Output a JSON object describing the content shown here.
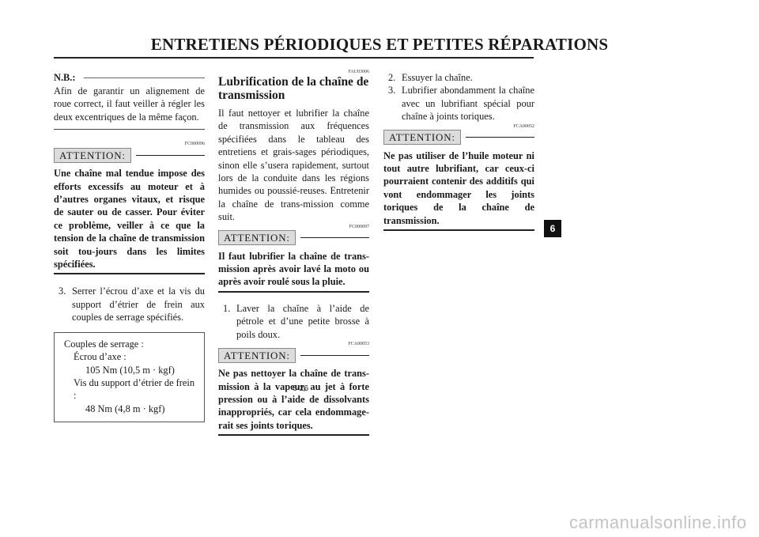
{
  "page": {
    "title": "ENTRETIENS PÉRIODIQUES ET PETITES RÉPARATIONS",
    "page_number": "6-26",
    "chapter_tab": "6",
    "watermark": "carmanualsonline.info"
  },
  "col1": {
    "nb_label": "N.B.:",
    "nb_text": "Afin de garantir un alignement de roue correct, il faut veiller à régler les deux excentriques de la même façon.",
    "code1": "FC000096",
    "attention_label": "ATTENTION:",
    "attention_text": "Une chaîne mal tendue impose des efforts excessifs au moteur et à d’autres organes vitaux, et risque de sauter ou de casser. Pour éviter ce problème, veiller à ce que la tension de la chaîne de transmission soit tou-jours dans les limites spécifiées.",
    "step3_num": "3.",
    "step3_text": "Serrer l’écrou d’axe et la vis du support d’étrier de frein aux couples de serrage spécifiés.",
    "torque": {
      "heading": "Couples de serrage :",
      "nut_label": "Écrou d’axe :",
      "nut_value": "105 Nm (10,5 m · kgf)",
      "screw_label": "Vis du support d’étrier de frein :",
      "screw_value": "48 Nm (4,8 m · kgf)"
    }
  },
  "col2": {
    "code_top": "FAU03006",
    "heading": "Lubrification de la chaîne de transmission",
    "intro": "Il faut nettoyer et lubrifier la chaîne de transmission aux fréquences spécifiées dans le tableau des entretiens et grais-sages périodiques, sinon elle s’usera rapidement, surtout lors de la conduite dans les régions humides ou poussié-reuses. Entretenir la chaîne de trans-mission comme suit.",
    "code2": "FC000097",
    "attention1_label": "ATTENTION:",
    "attention1_text": "Il faut lubrifier la chaîne de trans-mission après avoir lavé la moto ou après avoir roulé sous la pluie.",
    "step1_num": "1.",
    "step1_text": "Laver la chaîne à l’aide de pétrole et d’une petite brosse à poils doux.",
    "code3": "FCA00053",
    "attention2_label": "ATTENTION:",
    "attention2_text": "Ne pas nettoyer la chaîne de trans-mission à la vapeur, au jet à forte pression ou à l’aide de dissolvants inappropriés, car cela endommage-rait ses joints toriques."
  },
  "col3": {
    "step2_num": "2.",
    "step2_text": "Essuyer la chaîne.",
    "step3_num": "3.",
    "step3_text": "Lubrifier abondamment la chaîne avec un lubrifiant spécial pour chaîne à joints toriques.",
    "code4": "FCA00052",
    "attention_label": "ATTENTION:",
    "attention_text": "Ne pas utiliser de l’huile moteur ni tout autre lubrifiant, car ceux-ci pourraient contenir des additifs qui vont endommager les joints toriques de la chaîne de transmission."
  }
}
